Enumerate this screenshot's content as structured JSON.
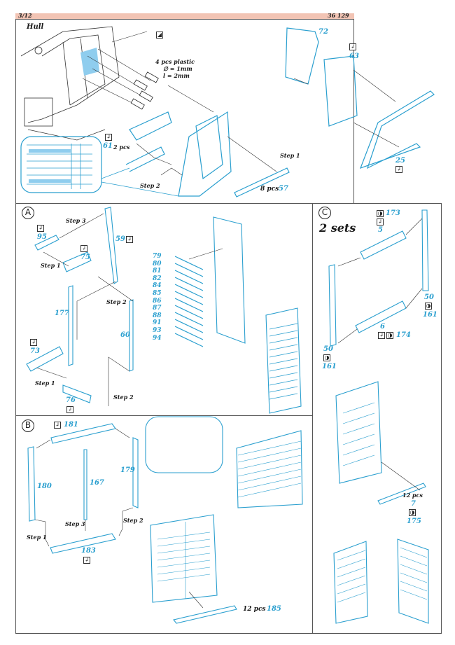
{
  "header": {
    "page": "3/12",
    "product_code": "36 129"
  },
  "hull_section": {
    "title": "Hull",
    "plastic_note": [
      "4 pcs plastic",
      "∅ = 1mm",
      "l = 2mm"
    ],
    "parts": {
      "p61": "61",
      "p61_qty": "2 pcs",
      "p72": "72",
      "p63": "63",
      "p25": "25",
      "p57": "57",
      "p57_qty": "8 pcs"
    },
    "steps": {
      "step1": "Step 1",
      "step2": "Step 2"
    }
  },
  "section_a": {
    "marker": "A",
    "parts": {
      "p95": "95",
      "p75": "75",
      "p59": "59",
      "p177": "177",
      "p60": "60",
      "p73": "73",
      "p76": "76"
    },
    "steps": {
      "s3": "Step 3",
      "s1a": "Step 1",
      "s2a": "Step 2",
      "s1b": "Step 1",
      "s2b": "Step 2"
    },
    "louver_parts": [
      "79",
      "80",
      "81",
      "82",
      "84",
      "85",
      "86",
      "87",
      "88",
      "91",
      "93",
      "94"
    ]
  },
  "section_b": {
    "marker": "B",
    "parts": {
      "p181": "181",
      "p180": "180",
      "p167": "167",
      "p179": "179",
      "p183": "183",
      "p185": "185",
      "p185_qty": "12 pcs"
    },
    "steps": {
      "s1": "Step 1",
      "s2": "Step 2",
      "s3": "Step 3"
    }
  },
  "section_c": {
    "marker": "C",
    "sets": "2 sets",
    "parts": {
      "p173": "173",
      "p5": "5",
      "p50a": "50",
      "p161a": "161",
      "p6": "6",
      "p174": "174",
      "p50b": "50",
      "p161b": "161",
      "p7": "7",
      "p175": "175",
      "p7_qty": "12 pcs"
    }
  },
  "icons": {
    "bend": "↲",
    "anneal": "◑",
    "paint": "◢"
  },
  "colors": {
    "part_blue": "#2a9fcf",
    "fill_blue": "#8fcdee",
    "header_bar": "#f2c4b4"
  }
}
